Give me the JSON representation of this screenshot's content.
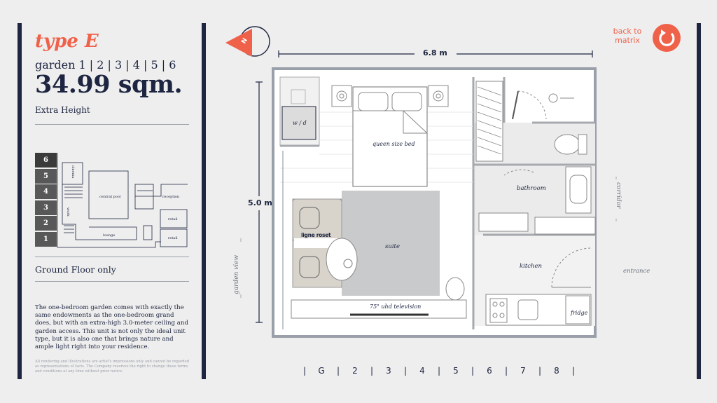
{
  "unit": {
    "type_title": "type E",
    "garden_line": "garden 1 | 2 | 3 | 4 | 5 | 6",
    "area": "34.99 sqm.",
    "feature": "Extra Height",
    "ground_note": "Ground Floor only",
    "description": "The one-bedroom garden comes with exactly the same endowments as the one-bedroom grand does, but with an extra-high 3.0-meter ceiling and garden access. This unit is not only the ideal unit type, but it is also one that brings nature and ample light right into your residence.",
    "disclaimer": "All rendering and illustrations are artist's impressions only and cannot be regarded as representations of facts. The Company reserves the right to change these terms and conditions at any time without prior notice."
  },
  "keyplan": {
    "floors": [
      "6",
      "5",
      "4",
      "3",
      "2",
      "1"
    ],
    "labels": {
      "cinema": "cinema",
      "work": "work",
      "central_pool": "central pool",
      "lounge": "lounge",
      "reception": "reception",
      "retail_1": "retail",
      "retail_2": "retail"
    }
  },
  "nav": {
    "back_label": "back to matrix",
    "compass_letter": "N",
    "floors": [
      "G",
      "2",
      "3",
      "4",
      "5",
      "6",
      "7",
      "8"
    ]
  },
  "floorplan": {
    "width_dim": "6.8 m",
    "height_dim": "5.0 m",
    "rooms": {
      "wd": "w / d",
      "bed": "queen size bed",
      "bathroom": "bathroom",
      "suite": "suite",
      "kitchen": "kitchen",
      "tv": "75\" uhd television",
      "fridge": "fridge",
      "sofa_brand": "ligne roset"
    },
    "side_labels": {
      "garden_view": "garden view",
      "corridor": "corridor",
      "entrance": "entrance"
    }
  },
  "colors": {
    "accent": "#f0614a",
    "navy": "#1d2540",
    "background": "#eeeeee",
    "rug": "#c9cacc",
    "sofa": "#d8d4cc"
  }
}
